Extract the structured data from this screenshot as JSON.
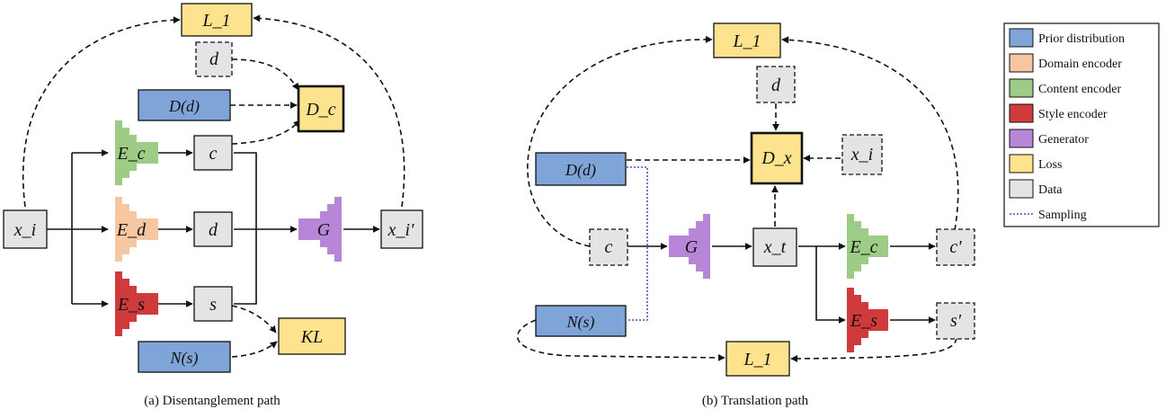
{
  "colors": {
    "prior": "#7ea4d8",
    "domain_encoder": "#f7c7a2",
    "content_encoder": "#9ccc86",
    "style_encoder": "#cf3b3b",
    "generator": "#b886d6",
    "loss": "#fde38e",
    "data": "#e4e4e4",
    "sampling": "#3d5cb5"
  },
  "panel_a": {
    "caption": "(a) Disentanglement path",
    "x_in": "x_i",
    "x_out": "x_i'",
    "l1": "L_1",
    "d_dashed": "d",
    "prior_d": "D(d)",
    "disc": "D_c",
    "enc_c": "E_c",
    "enc_d": "E_d",
    "enc_s": "E_s",
    "c": "c",
    "d": "d",
    "s": "s",
    "gen": "G",
    "kl": "KL",
    "prior_s": "N(s)"
  },
  "panel_b": {
    "caption": "(b) Translation path",
    "l1_top": "L_1",
    "d_dashed": "d",
    "disc": "D_x",
    "x_i": "x_i",
    "prior_d": "D(d)",
    "c": "c",
    "gen": "G",
    "x_t": "x_t",
    "enc_c": "E_c",
    "c_prime": "c'",
    "enc_s": "E_s",
    "s_prime": "s'",
    "prior_s": "N(s)",
    "l1_bottom": "L_1"
  },
  "legend": [
    {
      "key": "prior",
      "label": "Prior distribution"
    },
    {
      "key": "domain_encoder",
      "label": "Domain encoder"
    },
    {
      "key": "content_encoder",
      "label": "Content encoder"
    },
    {
      "key": "style_encoder",
      "label": "Style encoder"
    },
    {
      "key": "generator",
      "label": "Generator"
    },
    {
      "key": "loss",
      "label": "Loss"
    },
    {
      "key": "data",
      "label": "Data"
    },
    {
      "key": "sampling",
      "label": "Sampling"
    }
  ]
}
